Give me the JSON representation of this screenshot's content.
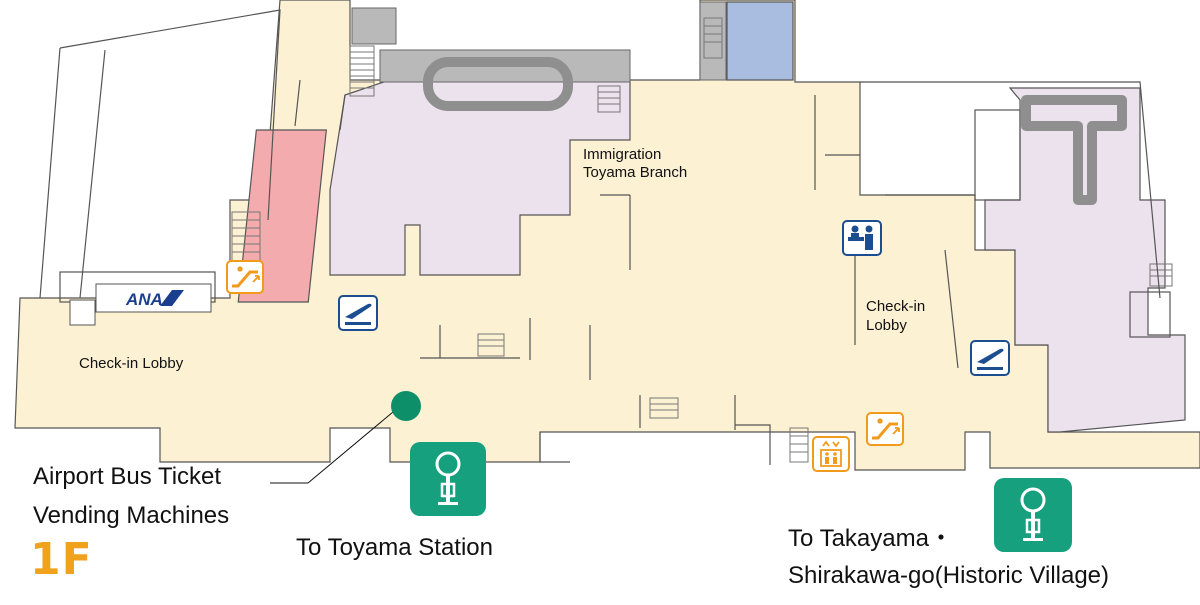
{
  "floor_label": "1F",
  "airline_logo": {
    "text": "ANA",
    "color": "#1a3f8f"
  },
  "labels": {
    "check_in_lobby_left": "Check-in Lobby",
    "immigration_line1": "Immigration",
    "immigration_line2": "Toyama Branch",
    "check_in_lobby_right_line1": "Check-in",
    "check_in_lobby_right_line2": "Lobby",
    "bus_ticket_line1": "Airport Bus Ticket",
    "bus_ticket_line2": "Vending Machines",
    "to_toyama_station": "To Toyama Station",
    "to_takayama_line1": "To Takayama・",
    "to_takayama_line2": "Shirakawa-go(Historic Village)"
  },
  "icons": [
    "escalator-icon",
    "departures-icon",
    "information-counter-icon",
    "departures-icon",
    "escalator-icon",
    "elevator-icon",
    "bus-stop-icon",
    "bus-stop-icon",
    "ticket-machine-marker"
  ],
  "colors": {
    "public_area": "#fdf1d3",
    "restricted_area": "#ece2ee",
    "highlight_area": "#f3abae",
    "blue_area": "#a8bde0",
    "stairs": "#a3a3a3",
    "baggage_belt": "#8f8f8f",
    "bus_stop": "#17a07e",
    "marker": "#0d8f6a",
    "facility_orange": "#f29a1c",
    "facility_blue": "#1d4d91"
  }
}
